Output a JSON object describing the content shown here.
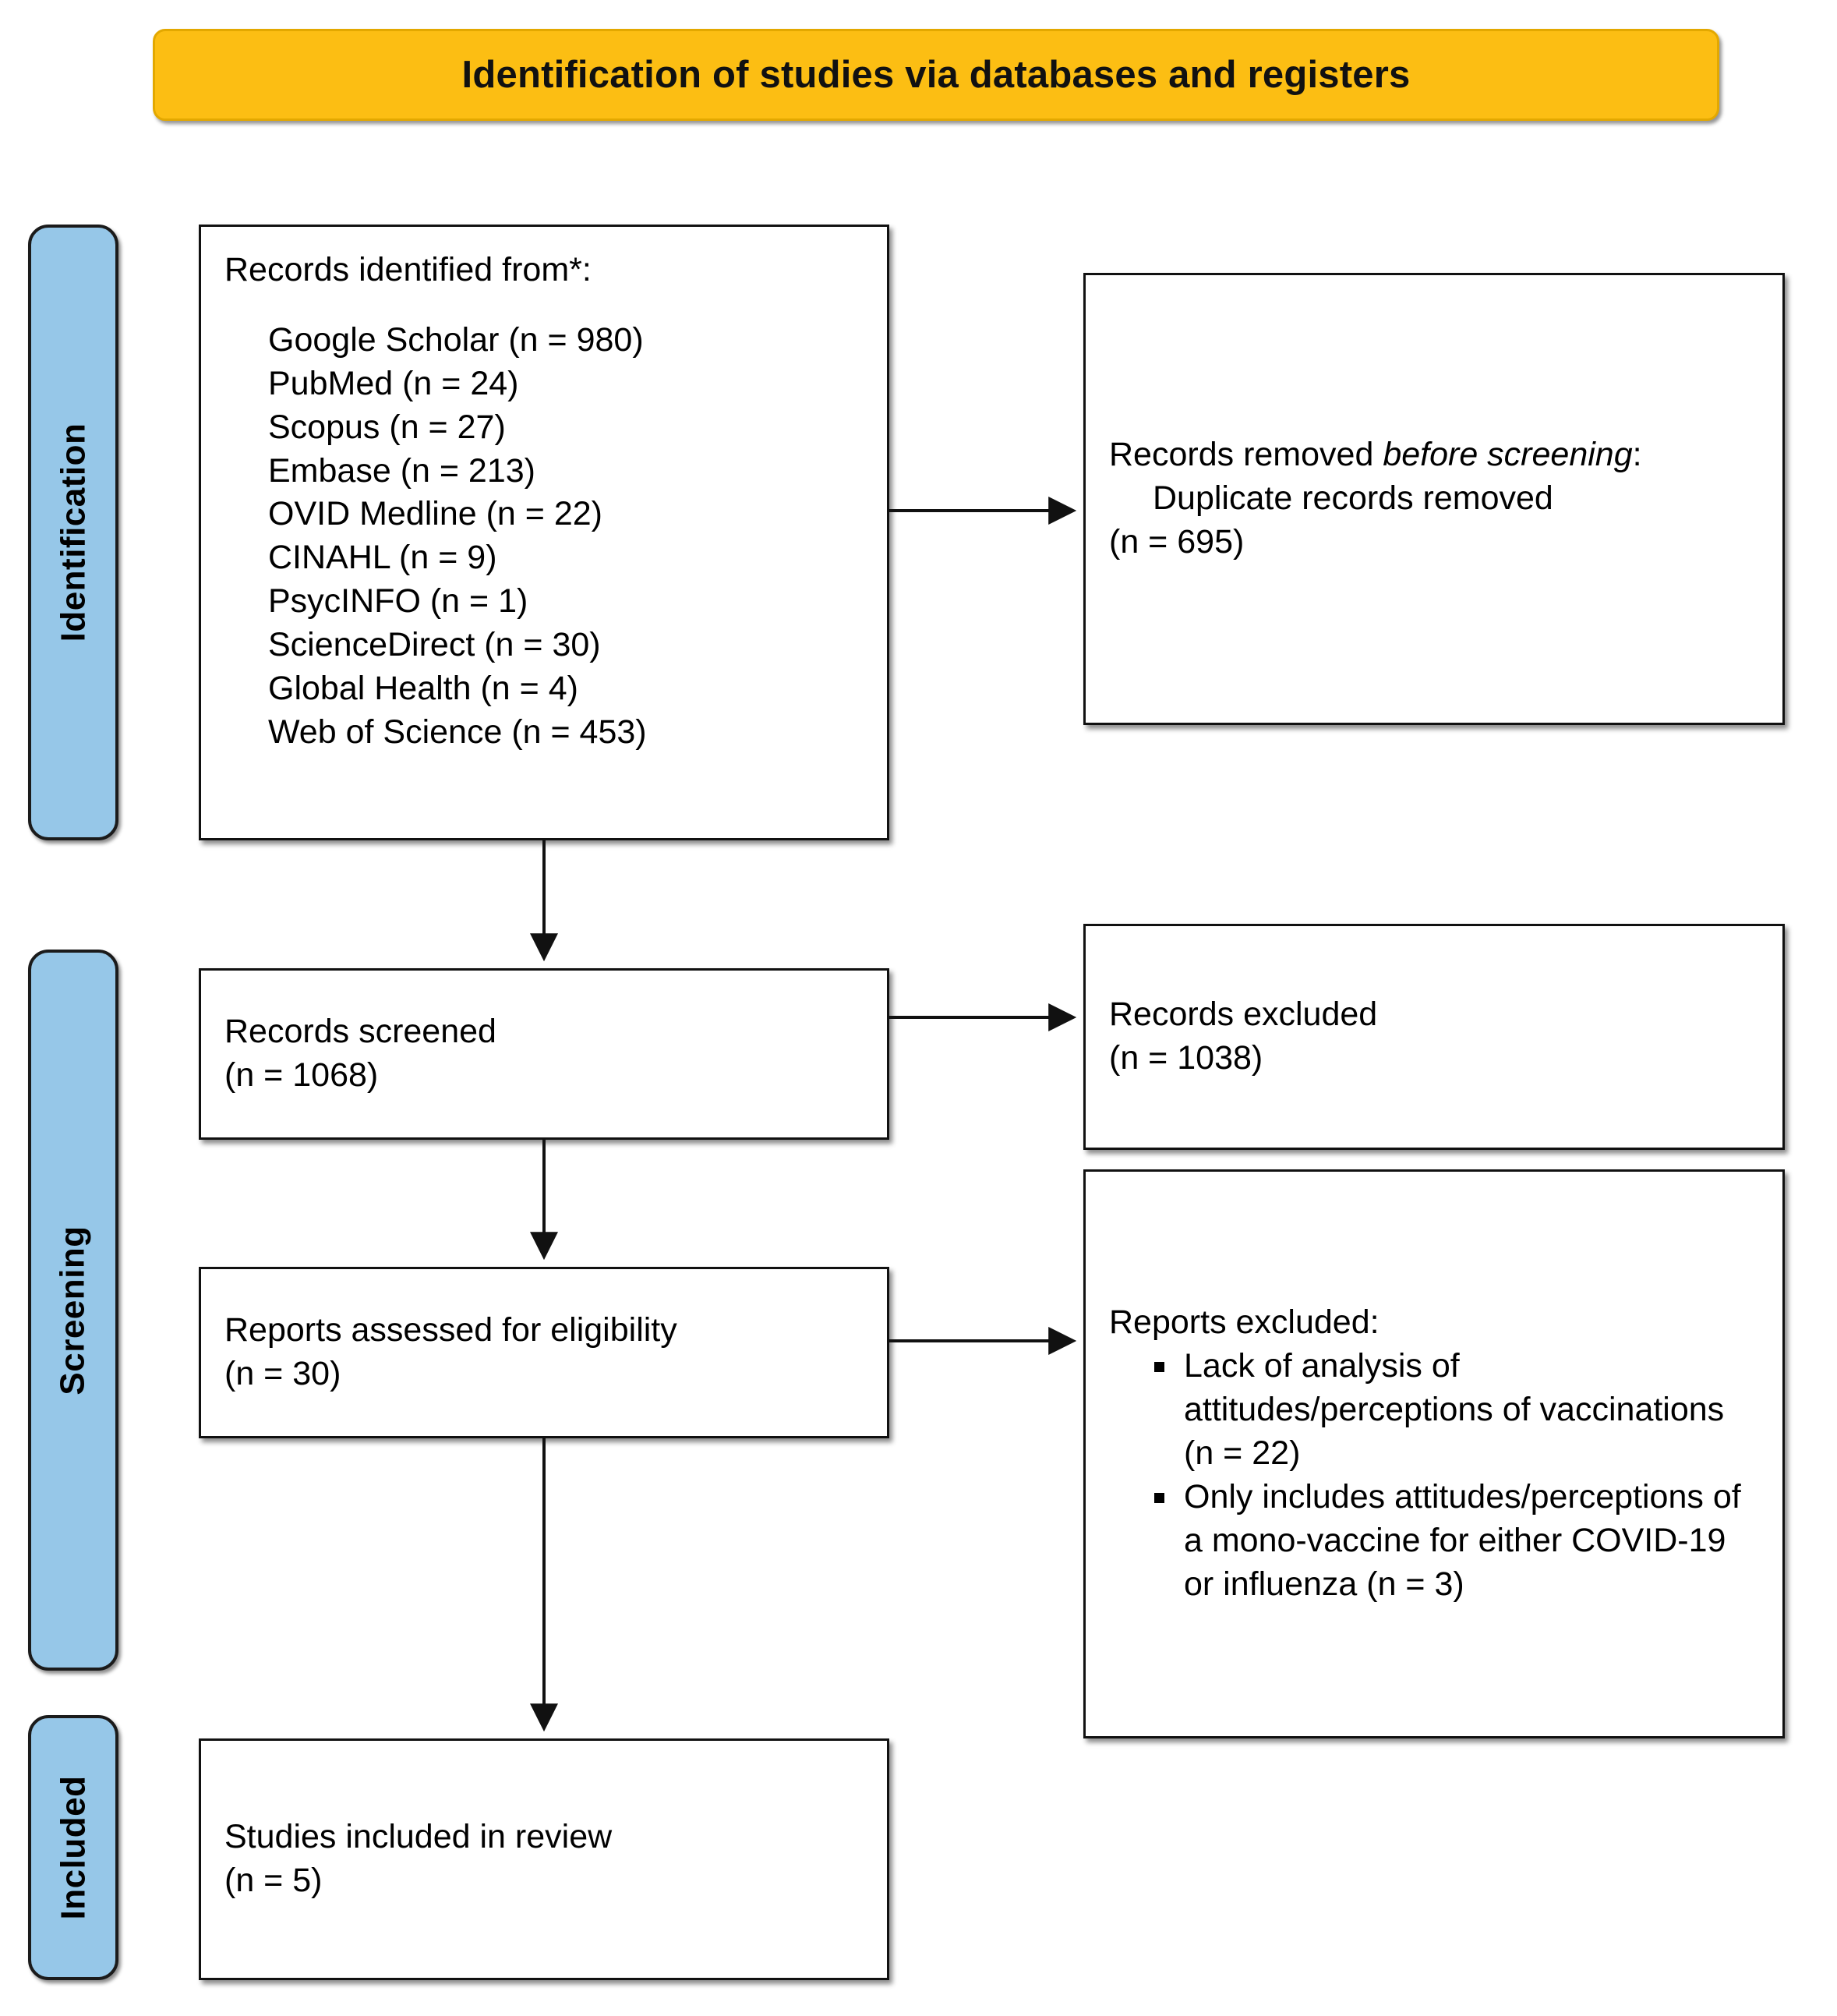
{
  "header": {
    "title": "Identification of studies via databases and registers"
  },
  "stages": [
    {
      "key": "identification",
      "label": "Identification"
    },
    {
      "key": "screening",
      "label": "Screening"
    },
    {
      "key": "included",
      "label": "Included"
    }
  ],
  "boxes": {
    "identified": {
      "heading": "Records identified from*:",
      "sources": [
        "Google Scholar (n = 980)",
        "PubMed (n = 24)",
        "Scopus (n = 27)",
        "Embase (n = 213)",
        "OVID Medline (n = 22)",
        "CINAHL (n = 9)",
        "PsycINFO (n = 1)",
        "ScienceDirect (n = 30)",
        "Global Health (n = 4)",
        "Web of Science (n = 453)"
      ]
    },
    "removed_before_screening": {
      "heading_pre": "Records removed ",
      "heading_italic": "before screening",
      "heading_post": ":",
      "detail": "Duplicate records removed",
      "count": "(n = 695)"
    },
    "records_screened": {
      "label": "Records screened",
      "count": "(n = 1068)"
    },
    "records_excluded": {
      "label": "Records excluded",
      "count": "(n = 1038)"
    },
    "reports_eligibility": {
      "label": "Reports assessed for eligibility",
      "count": "(n = 30)"
    },
    "reports_excluded": {
      "heading": "Reports excluded:",
      "reasons": [
        "Lack of analysis of attitudes/perceptions of vaccinations (n = 22)",
        "Only includes attitudes/perceptions of a mono-vaccine for either COVID-19 or influenza (n = 3)"
      ]
    },
    "studies_included": {
      "label": "Studies included in review",
      "count": "(n = 5)"
    }
  },
  "colors": {
    "banner_fill": "#FCBE13",
    "banner_border": "#E3A800",
    "stage_fill": "#96C7E8",
    "stage_border": "#1B1B1B",
    "box_border": "#111111",
    "text": "#000000"
  }
}
